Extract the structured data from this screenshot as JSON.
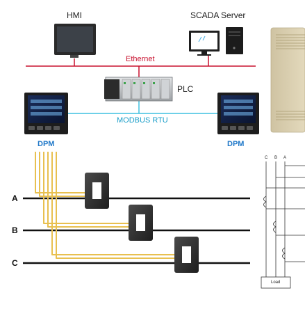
{
  "labels": {
    "hmi": "HMI",
    "scada": "SCADA Server",
    "ethernet": "Ethernet",
    "plc": "PLC",
    "modbus": "MODBUS RTU",
    "dpm_left": "DPM",
    "dpm_right": "DPM",
    "phase_a": "A",
    "phase_b": "B",
    "phase_c": "C",
    "wiring_c": "C",
    "wiring_b": "B",
    "wiring_a": "A",
    "load": "Load"
  },
  "colors": {
    "ethernet": "#c8102e",
    "modbus": "#3fc1e0",
    "signal_wire": "#e8c050",
    "busbar": "#111111",
    "dpm_label": "#1f78c8"
  }
}
